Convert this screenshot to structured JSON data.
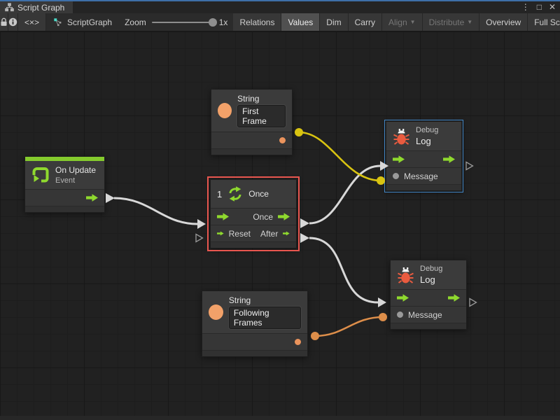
{
  "window": {
    "tab": "Script Graph",
    "controls": {
      "menu": "⋮",
      "maximize": "□",
      "close": "✕"
    }
  },
  "toolbar": {
    "icons": {
      "code": "<×>",
      "dropdown": "▼"
    },
    "graph_name": "ScriptGraph",
    "zoom": {
      "label": "Zoom",
      "value": "1x"
    },
    "buttons": {
      "relations": "Relations",
      "values": "Values",
      "dim": "Dim",
      "carry": "Carry",
      "align": "Align",
      "distribute": "Distribute",
      "overview": "Overview",
      "fullscreen": "Full Screen"
    }
  },
  "nodes": {
    "string1": {
      "title": "String",
      "value": "First Frame"
    },
    "onupdate": {
      "title": "On Update",
      "subtitle": "Event"
    },
    "once": {
      "badge": "1",
      "title": "Once",
      "port_out1": "Once",
      "port_in2": "Reset",
      "port_out2": "After"
    },
    "debug1": {
      "category": "Debug",
      "title": "Log",
      "port_message": "Message"
    },
    "string2": {
      "title": "String",
      "value": "Following Frames"
    },
    "debug2": {
      "category": "Debug",
      "title": "Log",
      "port_message": "Message"
    }
  },
  "connections": [
    {
      "from": "On Update.output",
      "to": "Once.input",
      "color": "#d8d8d8"
    },
    {
      "from": "Once.Once",
      "to": "Debug Log (top).input",
      "color": "#d8d8d8"
    },
    {
      "from": "Once.After",
      "to": "Debug Log (bottom).input",
      "color": "#d8d8d8"
    },
    {
      "from": "String 'First Frame'.output",
      "to": "Debug Log (top).Message",
      "color": "#d9c411"
    },
    {
      "from": "String 'Following Frames'.output",
      "to": "Debug Log (bottom).Message",
      "color": "#dd8e4a"
    }
  ],
  "colors": {
    "accent_green": "#8fd92e",
    "event_bar_green": "#85cb2d",
    "port_orange": "#f2a169",
    "wire_yellow": "#d9c411",
    "wire_orange": "#dd8e4a",
    "selection_red": "#e8564f",
    "selection_blue": "#4286c5",
    "focus_blue": "#3e6fa8",
    "bug_orange": "#ea5b3f"
  }
}
